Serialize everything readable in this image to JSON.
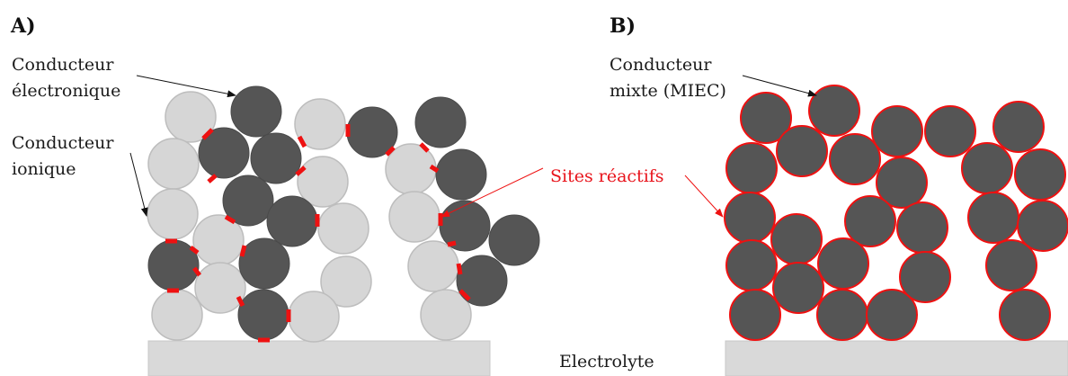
{
  "panels": {
    "a": {
      "label": "A)"
    },
    "b": {
      "label": "B)"
    }
  },
  "labels": {
    "electronic_conductor_line1": "Conducteur",
    "electronic_conductor_line2": "électronique",
    "ionic_conductor_line1": "Conducteur",
    "ionic_conductor_line2": "ionique",
    "mixed_conductor_line1": "Conducteur",
    "mixed_conductor_line2": "mixte (MIEC)",
    "reactive_sites": "Sites réactifs",
    "electrolyte": "Electrolyte"
  },
  "colors": {
    "electronic_particle": "#555555",
    "ionic_particle": "#d6d6d6",
    "ionic_particle_edge": "#bfbfbf",
    "reactive_site": "#ee1111",
    "electrolyte": "#d9d9d9",
    "arrow": "#111111"
  }
}
